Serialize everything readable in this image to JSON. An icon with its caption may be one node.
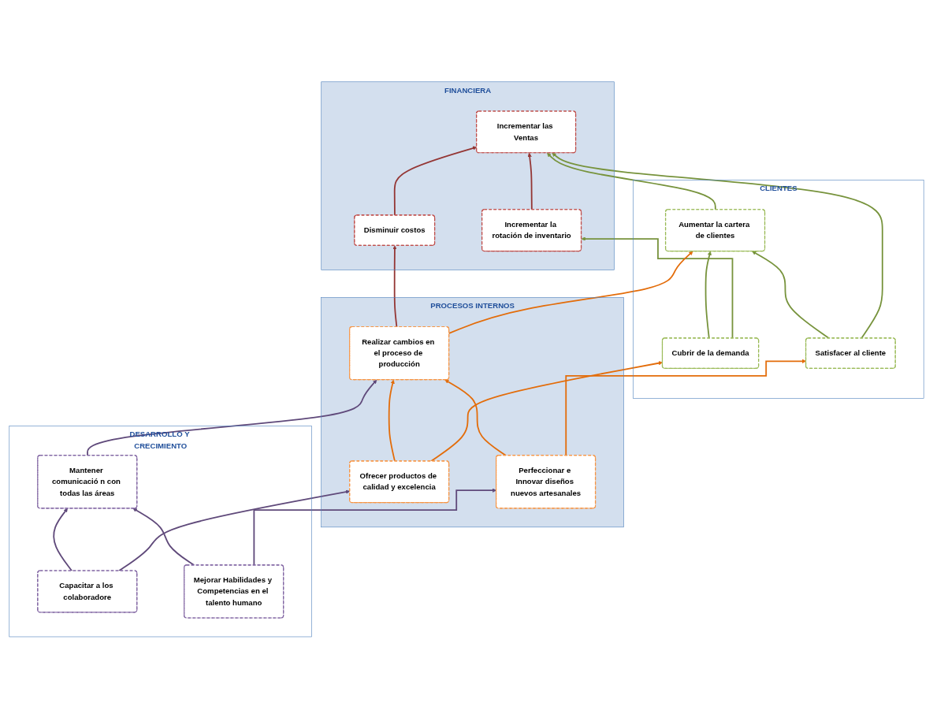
{
  "diagram": {
    "nodes": [
      {
        "text": [
          "FINANCIERA"
        ]
      },
      {
        "text": [
          "Incrementar la rotación de inventario"
        ],
        "in": 0
      },
      {
        "text": [
          "Incrementar las Ventas"
        ],
        "in": 0
      },
      {
        "text": [
          "Disminuir costos"
        ],
        "in": 0
      },
      {
        "text": [
          "CLIENTES"
        ]
      },
      {
        "text": [
          "Cubrir de la demanda"
        ],
        "in": 4
      },
      {
        "text": [
          "Aumentar la cartera de clientes"
        ],
        "in": 4
      },
      {
        "text": [
          "Satisfacer al cliente"
        ],
        "in": 4
      },
      {
        "text": [
          "PROCESOS INTERNOS"
        ]
      },
      {
        "text": [
          "Ofrecer productos de calidad y excelencia"
        ],
        "in": 8
      },
      {
        "text": [
          "Realizar cambios en el proceso de producción"
        ],
        "in": 8
      },
      {
        "text": [
          "Perfeccionar e Innovar diseños nuevos artesanales"
        ],
        "in": 8
      },
      {
        "text": [
          "DESARROLLO Y CRECIMIENTO"
        ]
      },
      {
        "text": [
          "Capacitar a los colaboradore"
        ],
        "in": 12
      },
      {
        "text": [
          "Mantener comunicació n con todas las áreas"
        ],
        "in": 12
      },
      {
        "text": [
          "Mejorar Habilidades y Competencias en el talento humano"
        ],
        "in": 12
      }
    ],
    "edges": [
      {
        "from": 1,
        "to": 2,
        "arrow": "to",
        "color": "#943634"
      },
      {
        "from": 3,
        "to": 2,
        "arrow": "to",
        "color": "#943634"
      },
      {
        "from": 5,
        "to": 1,
        "arrow": "to",
        "color": "#77933c"
      },
      {
        "from": 6,
        "to": 2,
        "arrow": "to",
        "color": "#77933c"
      },
      {
        "from": 7,
        "to": 2,
        "arrow": "to",
        "color": "#77933c"
      },
      {
        "from": 5,
        "to": 6,
        "arrow": "to",
        "color": "#77933c"
      },
      {
        "from": 7,
        "to": 6,
        "arrow": "to",
        "color": "#77933c"
      },
      {
        "from": 9,
        "to": 5,
        "arrow": "to",
        "color": "#e36c09"
      },
      {
        "from": 10,
        "to": 6,
        "arrow": "to",
        "color": "#e36c09"
      },
      {
        "from": 11,
        "to": 7,
        "arrow": "to",
        "color": "#e36c09"
      },
      {
        "from": 9,
        "to": 10,
        "arrow": "to",
        "color": "#e36c09"
      },
      {
        "from": 11,
        "to": 10,
        "arrow": "to",
        "color": "#e36c09"
      },
      {
        "from": 10,
        "to": 3,
        "arrow": "to",
        "color": "#943634"
      },
      {
        "from": 13,
        "to": 9,
        "arrow": "to",
        "color": "#5f497a"
      },
      {
        "from": 14,
        "to": 10,
        "arrow": "to",
        "color": "#5f497a"
      },
      {
        "from": 15,
        "to": 11,
        "arrow": "to",
        "color": "#5f497a"
      },
      {
        "from": 13,
        "to": 14,
        "arrow": "to",
        "color": "#5f497a"
      },
      {
        "from": 15,
        "to": 14,
        "arrow": "to",
        "color": "#5f497a"
      }
    ]
  }
}
